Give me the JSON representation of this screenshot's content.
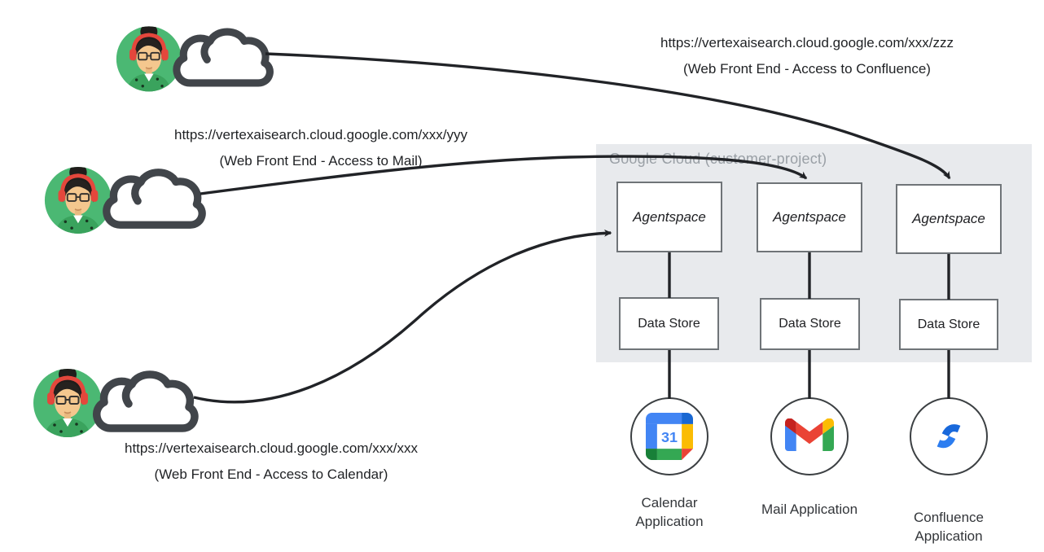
{
  "users": [
    {
      "url": "https://vertexaisearch.cloud.google.com/xxx/zzz",
      "caption": "(Web Front End - Access to Confluence)"
    },
    {
      "url": "https://vertexaisearch.cloud.google.com/xxx/yyy",
      "caption": "(Web Front End - Access to Mail)"
    },
    {
      "url": "https://vertexaisearch.cloud.google.com/xxx/xxx",
      "caption": "(Web Front End - Access to Calendar)"
    }
  ],
  "container": {
    "label": "Google Cloud (customer-project)"
  },
  "columns": [
    {
      "agent": "Agentspace",
      "datastore": "Data Store",
      "app_label": "Calendar Application",
      "icon": "google-calendar-icon"
    },
    {
      "agent": "Agentspace",
      "datastore": "Data Store",
      "app_label": "Mail Application",
      "icon": "gmail-icon"
    },
    {
      "agent": "Agentspace",
      "datastore": "Data Store",
      "app_label": "Confluence Application",
      "icon": "confluence-icon"
    }
  ],
  "calendar_day": "31",
  "colors": {
    "panel_bg": "#e8eaed",
    "panel_label": "#9aa0a6",
    "line": "#212327",
    "box_border": "#6f7478",
    "avatar_green": "#4bb873",
    "headphones_red": "#e4473c",
    "google_blue": "#4285f4",
    "google_dark_blue": "#1967d2",
    "google_yellow": "#fbbc04",
    "google_green": "#34a853",
    "google_dark_green": "#188038",
    "google_red": "#ea4335",
    "gmail_dark_red": "#c5221f",
    "confluence_dark_blue": "#1868db",
    "confluence_blue": "#2c7df0"
  }
}
